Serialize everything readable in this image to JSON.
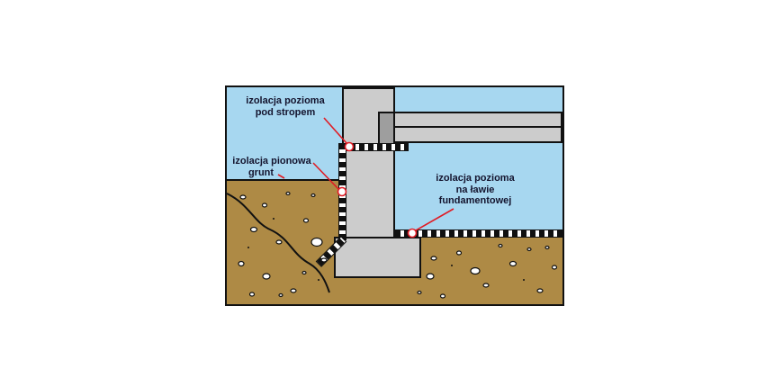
{
  "page": {
    "background": "#ffffff"
  },
  "diagram": {
    "type": "foundation-insulation-cross-section",
    "labels": {
      "insulation_under_slab": "izolacja pozioma\npod stropem",
      "vertical_insulation": "izolacja pionowa",
      "insulation_on_footing": "izolacja pozioma\nna ławie\nfundamentowej",
      "ground": "grunt"
    },
    "colors": {
      "sky": "#a7d7f0",
      "soil": "#ae8a45",
      "concrete": "#cccccc",
      "concrete_dark": "#9e9e9e",
      "outline": "#111111",
      "callout_red": "#e01b24",
      "insulation_black": "#111111",
      "insulation_white": "#ffffff",
      "label_text": "#14142e"
    }
  }
}
